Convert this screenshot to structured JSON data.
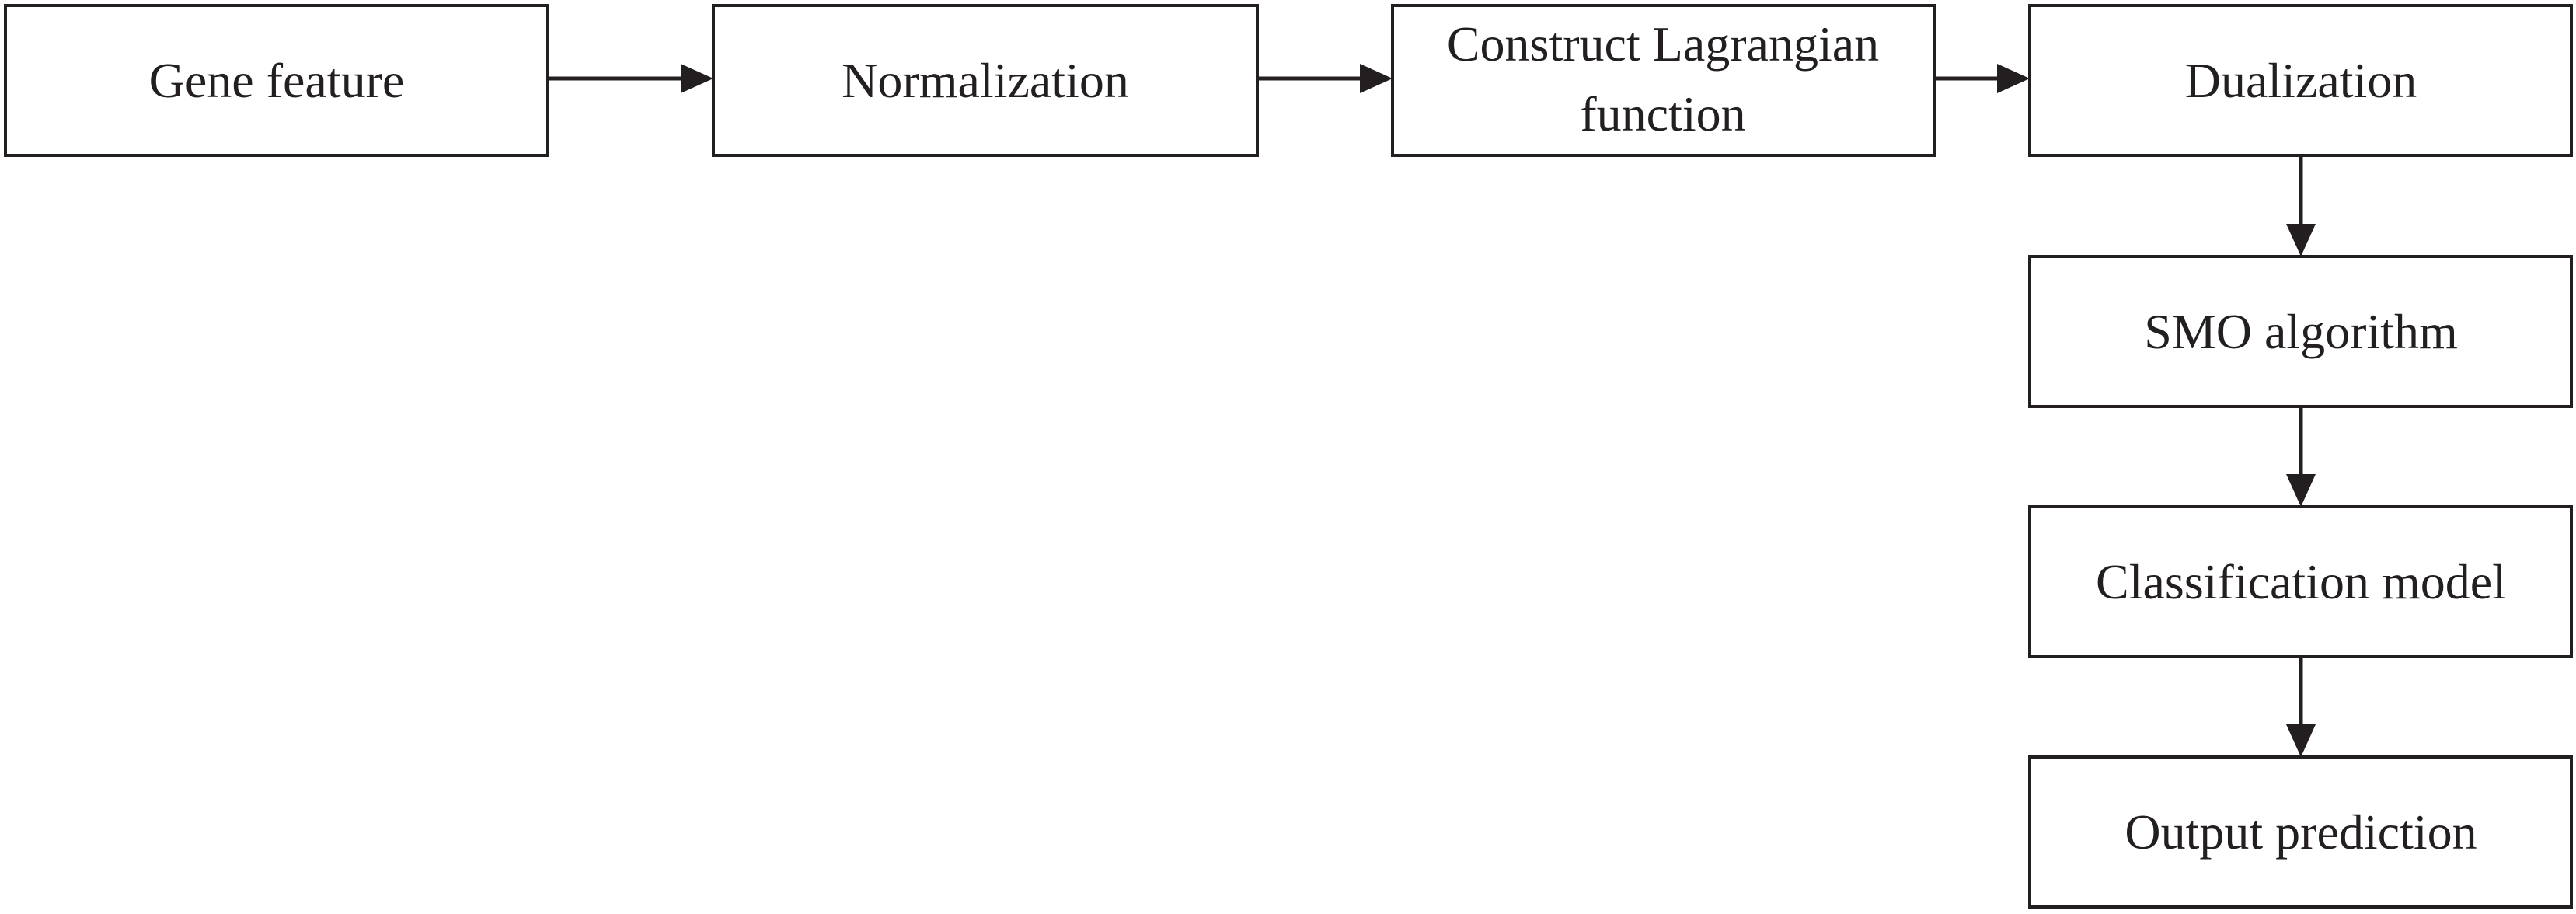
{
  "nodes": {
    "gene_feature": {
      "lines": [
        "Gene feature"
      ]
    },
    "normalization": {
      "lines": [
        "Normalization"
      ]
    },
    "lagrangian": {
      "lines": [
        "Construct Lagrangian",
        "function"
      ]
    },
    "dualization": {
      "lines": [
        "Dualization"
      ]
    },
    "smo": {
      "lines": [
        "SMO algorithm"
      ]
    },
    "classification": {
      "lines": [
        "Classification model"
      ]
    },
    "output": {
      "lines": [
        "Output prediction"
      ]
    }
  },
  "colors": {
    "stroke": "#231f20",
    "background": "#ffffff"
  }
}
